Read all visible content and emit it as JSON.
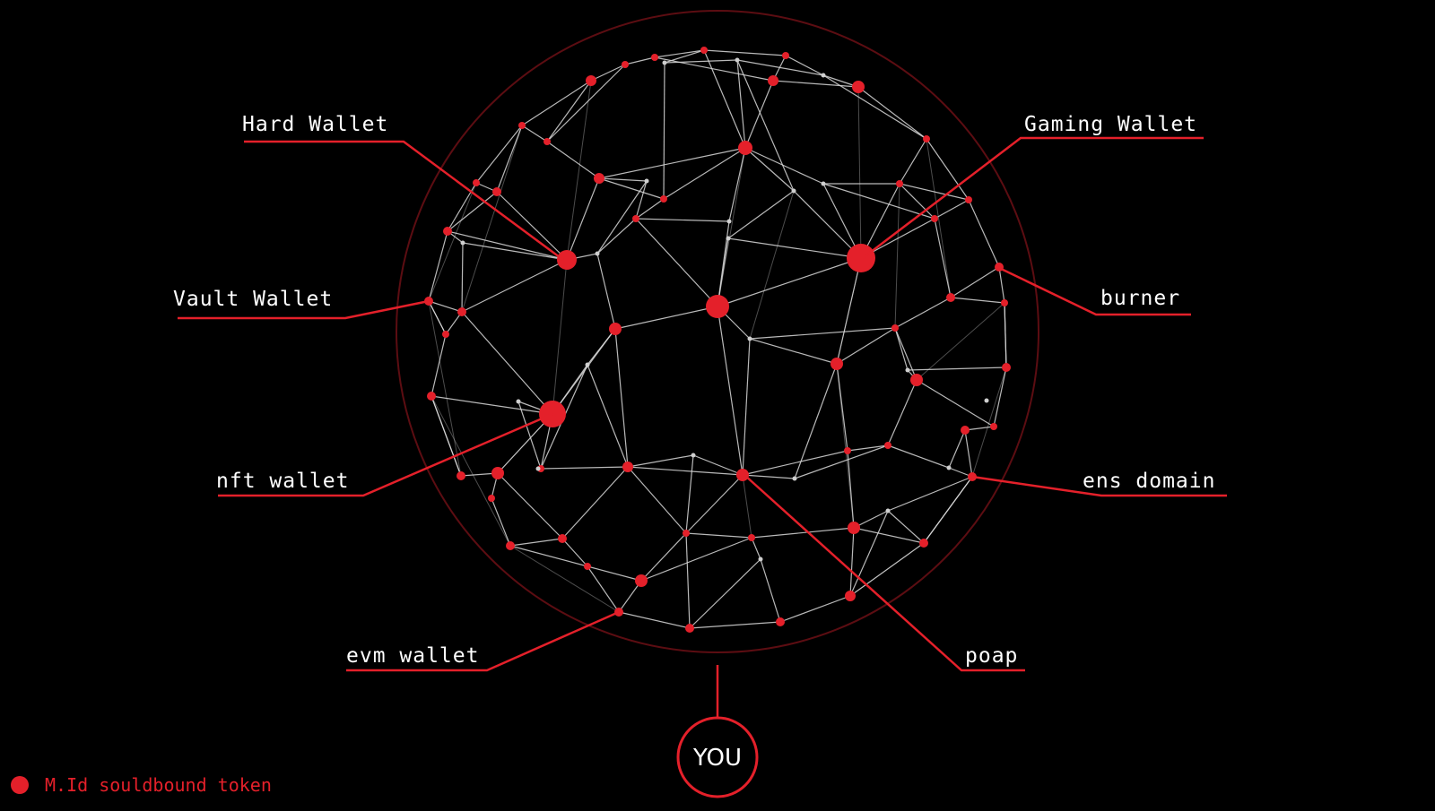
{
  "colors": {
    "background": "#000000",
    "accent": "#e4202a",
    "ring": "#5c0d12",
    "mesh_line": "#d9d9d9",
    "text": "#ffffff"
  },
  "labels": {
    "hard_wallet": "Hard Wallet",
    "gaming_wallet": "Gaming Wallet",
    "vault_wallet": "Vault Wallet",
    "burner": "burner",
    "nft_wallet": "nft wallet",
    "ens_domain": "ens domain",
    "evm_wallet": "evm wallet",
    "poap": "poap"
  },
  "center": {
    "label": "YOU"
  },
  "legend": {
    "text": "M.Id souldbound token",
    "icon": "red-dot"
  }
}
